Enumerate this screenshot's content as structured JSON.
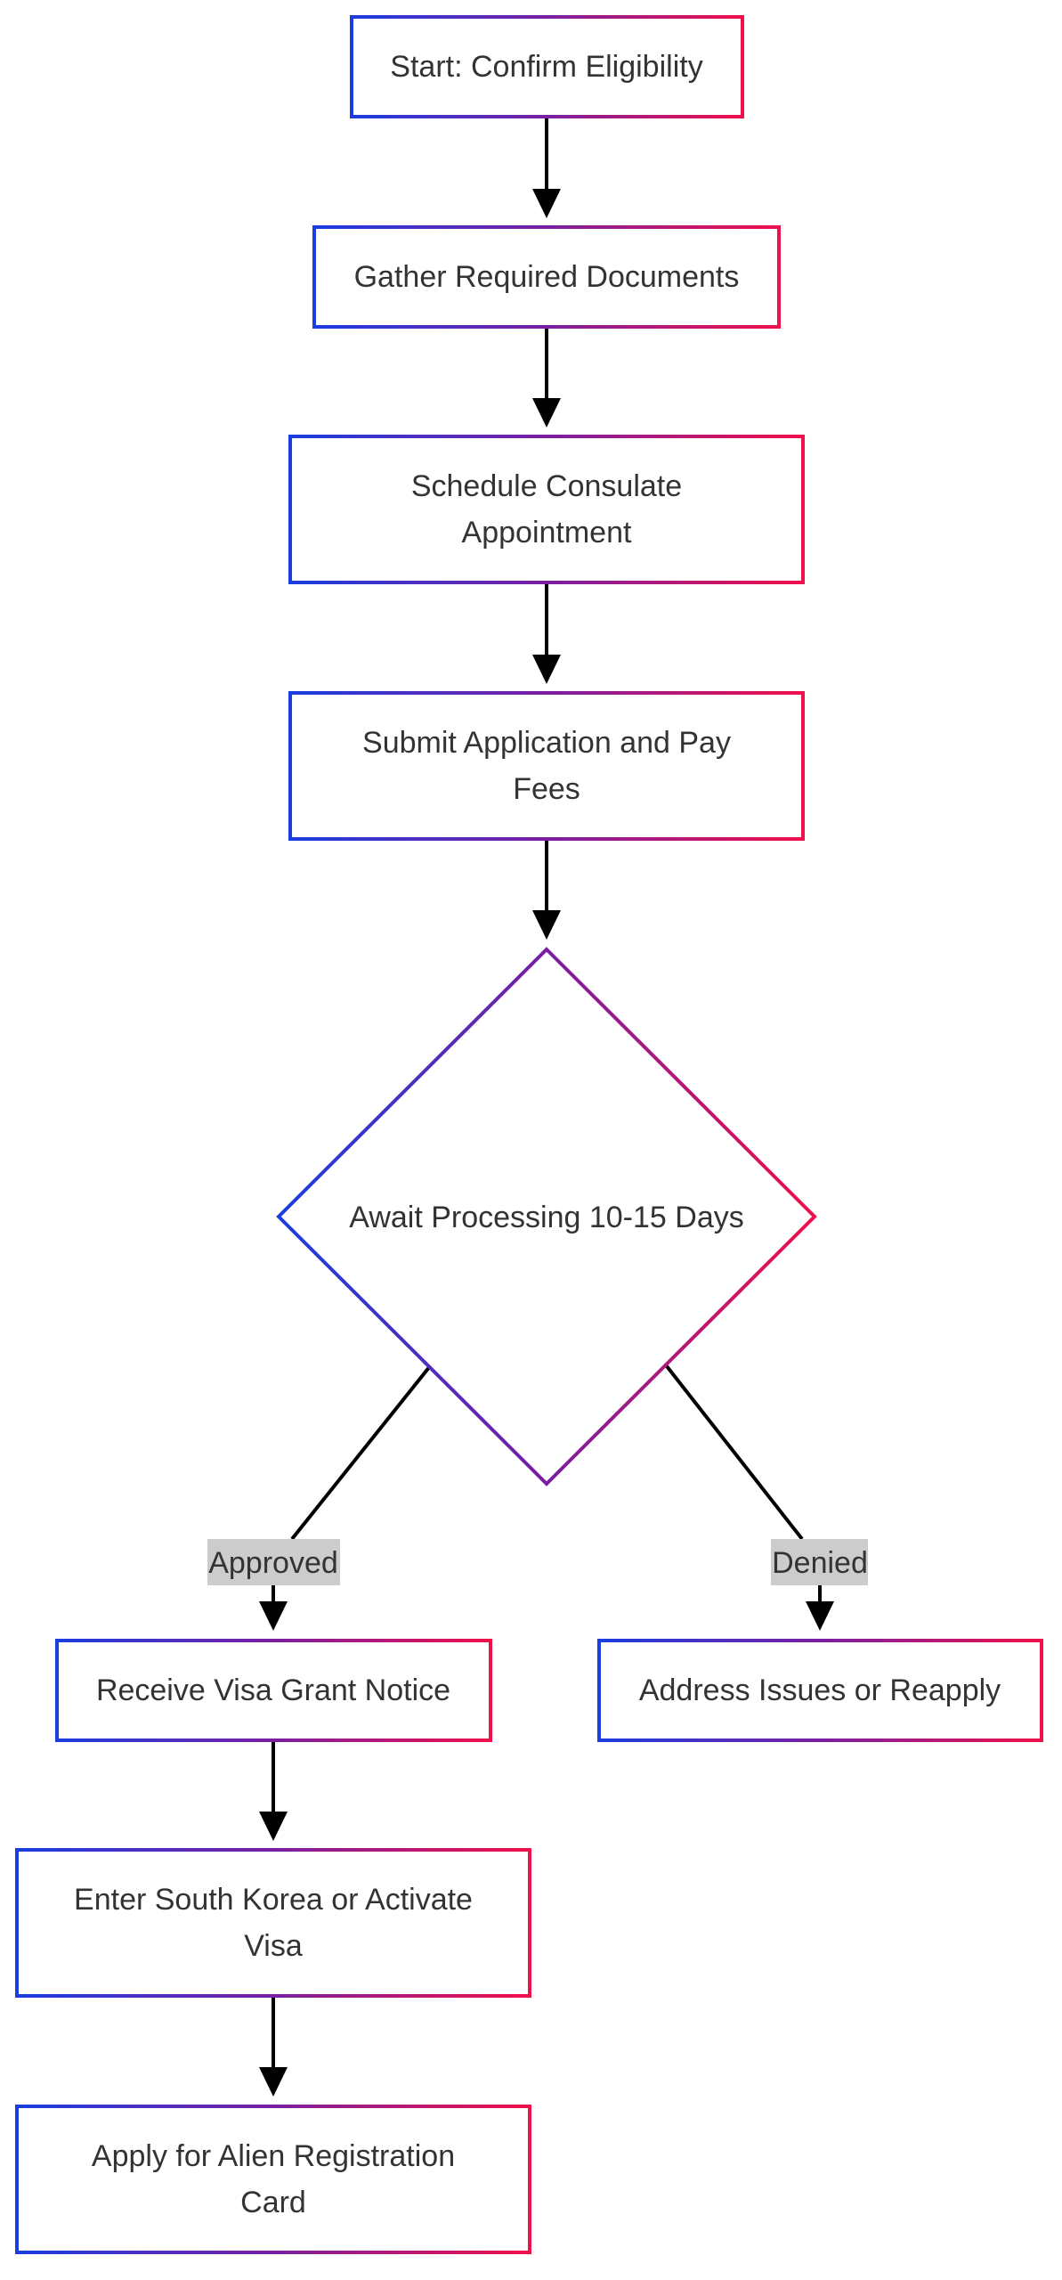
{
  "colors": {
    "gradient_start": "#1a3ee0",
    "gradient_mid": "#7a1fa2",
    "gradient_end": "#f0104a",
    "edge": "#000000",
    "label_bg": "#cccccc",
    "text": "#333333"
  },
  "nodes": {
    "start": {
      "label": "Start: Confirm Eligibility"
    },
    "gather": {
      "label": "Gather Required Documents"
    },
    "schedule": {
      "line1": "Schedule Consulate",
      "line2": "Appointment"
    },
    "submit": {
      "line1": "Submit Application and Pay",
      "line2": "Fees"
    },
    "await": {
      "label": "Await Processing 10-15 Days"
    },
    "receive": {
      "label": "Receive Visa Grant Notice"
    },
    "address": {
      "label": "Address Issues or Reapply"
    },
    "enter": {
      "line1": "Enter South Korea or Activate",
      "line2": "Visa"
    },
    "apply": {
      "line1": "Apply for Alien Registration",
      "line2": "Card"
    }
  },
  "edge_labels": {
    "approved": "Approved",
    "denied": "Denied"
  }
}
